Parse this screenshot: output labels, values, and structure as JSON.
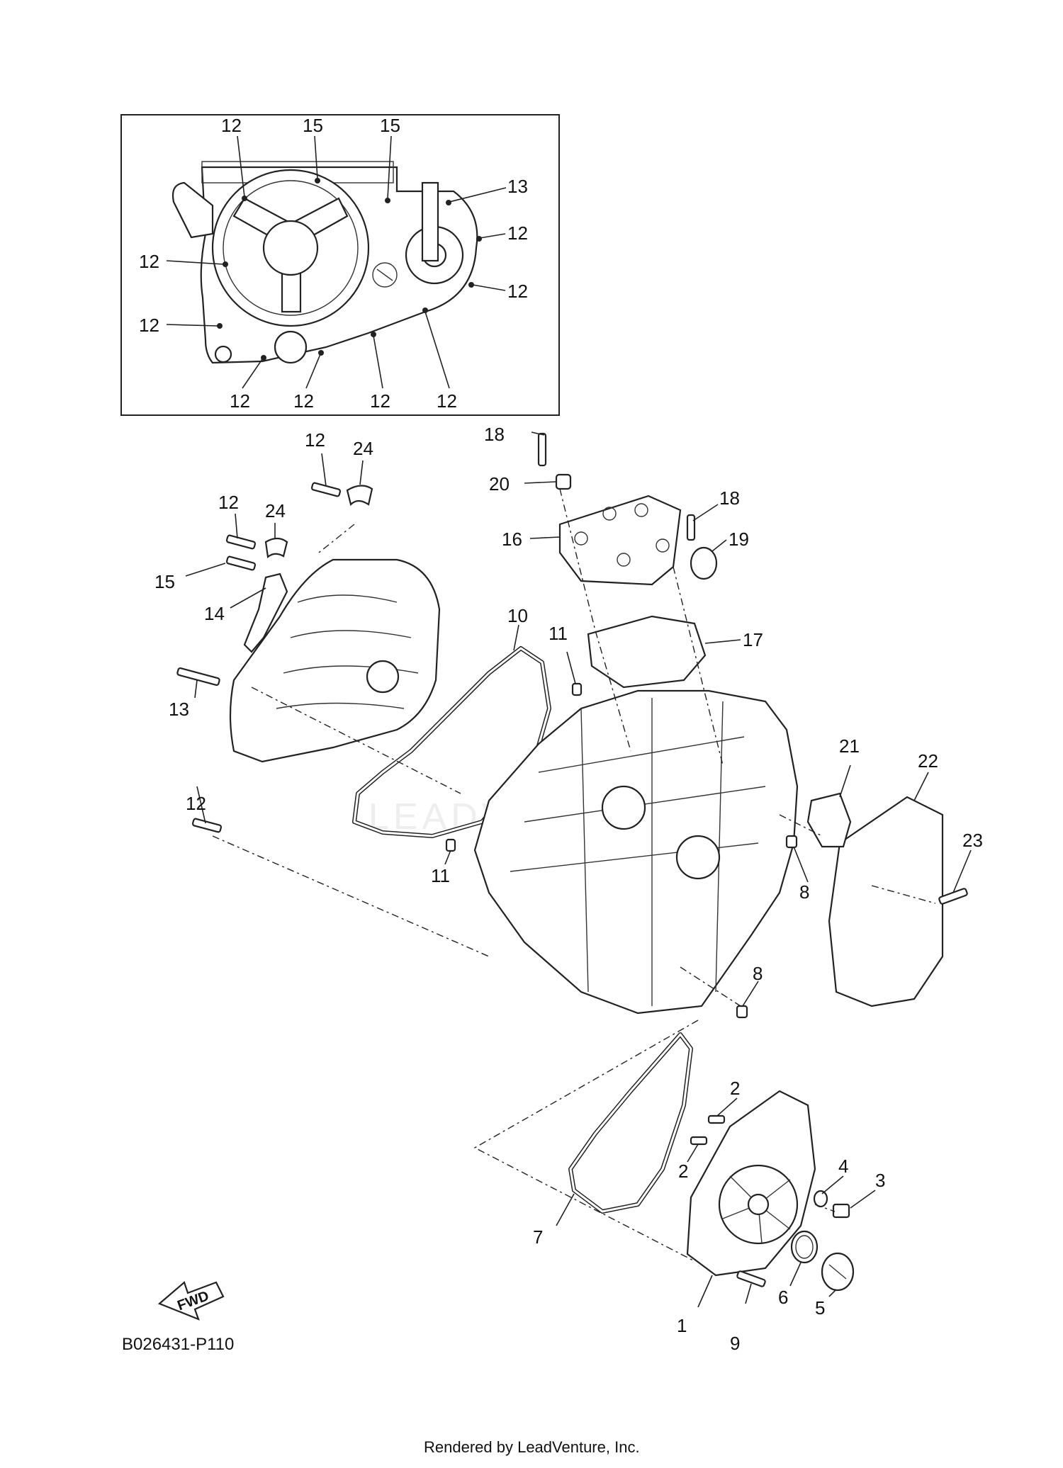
{
  "diagram_code": "B026431-P110",
  "footer": "Rendered by LeadVenture, Inc.",
  "fwd_label": "FWD",
  "watermark": "LEADVENTURE",
  "inset_labels": {
    "a": "12",
    "b": "15",
    "c": "15",
    "d": "13",
    "e": "12",
    "f": "12",
    "g": "12",
    "h": "12",
    "i": "12",
    "j": "12",
    "k": "12",
    "l": "12"
  },
  "parts": {
    "p1": "1",
    "p2a": "2",
    "p2b": "2",
    "p3": "3",
    "p4": "4",
    "p5": "5",
    "p6": "6",
    "p7": "7",
    "p8a": "8",
    "p8b": "8",
    "p9": "9",
    "p10": "10",
    "p11a": "11",
    "p11b": "11",
    "p12a": "12",
    "p12b": "12",
    "p12c": "12",
    "p13": "13",
    "p14": "14",
    "p15": "15",
    "p16": "16",
    "p17": "17",
    "p18a": "18",
    "p18b": "18",
    "p19": "19",
    "p20": "20",
    "p21": "21",
    "p22": "22",
    "p23": "23",
    "p24a": "24",
    "p24b": "24"
  },
  "colors": {
    "line": "#222222",
    "background": "#ffffff"
  }
}
